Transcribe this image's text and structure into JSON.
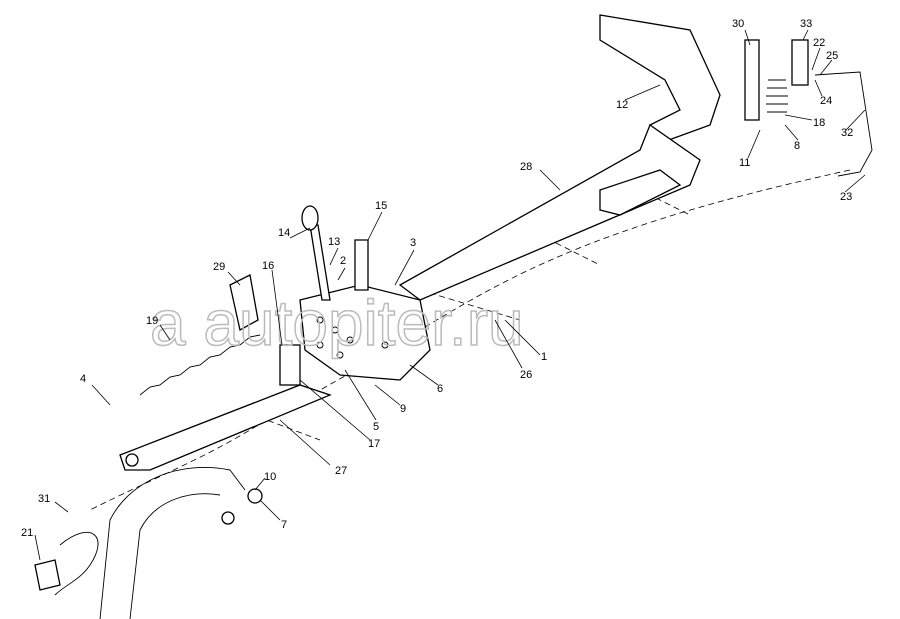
{
  "diagram": {
    "watermark": "a autopiter.ru",
    "callouts": [
      "30",
      "33",
      "22",
      "25",
      "24",
      "18",
      "8",
      "32",
      "11",
      "12",
      "28",
      "23",
      "15",
      "14",
      "13",
      "3",
      "2",
      "29",
      "16",
      "19",
      "1",
      "26",
      "6",
      "9",
      "4",
      "5",
      "17",
      "27",
      "10",
      "7",
      "31",
      "21"
    ]
  }
}
